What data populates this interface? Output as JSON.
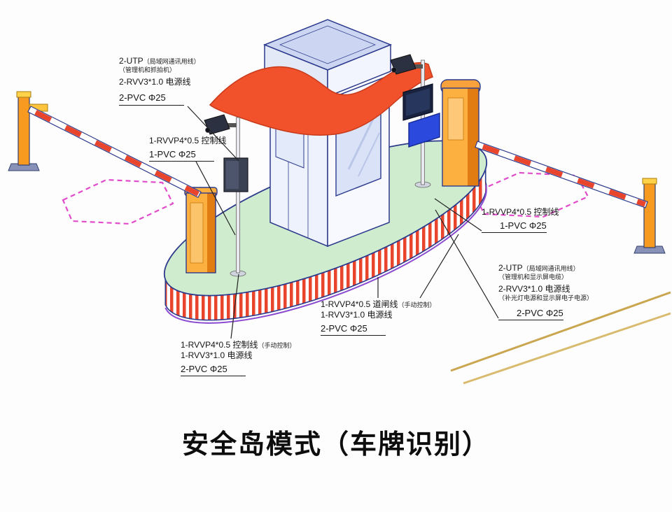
{
  "title": "安全岛模式（车牌识别）",
  "colors": {
    "outline_blue": "#2c3a8c",
    "canopy_orange": "#f2522b",
    "island_green": "#cfeccf",
    "barrier_orange": "#f79a1f",
    "loop_pink": "#e14ccb",
    "stripe_red": "#e8452c",
    "display_blue": "#2b49dd",
    "road_line_tan": "#c9a64f"
  },
  "labels": {
    "top_left": {
      "l1": "2-UTP",
      "l1_note": "（局域网通讯用线）",
      "l2_note": "（管理机和抓拍机）",
      "l3": "2-RVV3*1.0 电源线",
      "l4": "2-PVC Φ25"
    },
    "left": {
      "l1": "1-RVVP4*0.5 控制线",
      "l2": "1-PVC Φ25"
    },
    "right_mid": {
      "l1": "1-RVVP4*0.5 控制线",
      "l2": "1-PVC Φ25"
    },
    "right_low": {
      "l1": "2-UTP",
      "l1_note": "（局域网通讯用线）",
      "l2_note": "（管理机和显示屏电缆）",
      "l3": "2-RVV3*1.0 电源线",
      "l4_note": "（补光灯电源和显示屏电子电源）",
      "l5": "2-PVC Φ25"
    },
    "center": {
      "l1": "1-RVVP4*0.5 道闸线",
      "l1_note": "（手动控制）",
      "l2": "1-RVV3*1.0 电源线",
      "l3": "2-PVC Φ25"
    },
    "lower_left": {
      "l1": "1-RVVP4*0.5 控制线",
      "l1_note": "（手动控制）",
      "l2": "1-RVV3*1.0 电源线",
      "l3": "2-PVC Φ25"
    }
  }
}
